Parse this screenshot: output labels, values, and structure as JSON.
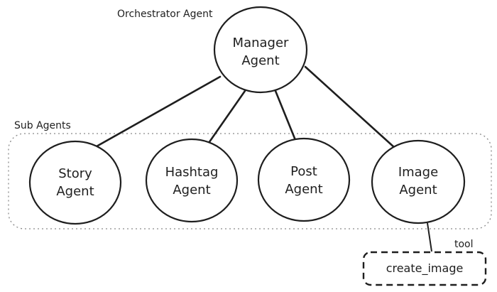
{
  "diagram": {
    "orchestrator_label": "Orchestrator Agent",
    "subagents_label": "Sub Agents",
    "tool_label": "tool",
    "manager": {
      "line1": "Manager",
      "line2": "Agent"
    },
    "subagents": [
      {
        "line1": "Story",
        "line2": "Agent"
      },
      {
        "line1": "Hashtag",
        "line2": "Agent"
      },
      {
        "line1": "Post",
        "line2": "Agent"
      },
      {
        "line1": "Image",
        "line2": "Agent"
      }
    ],
    "tool": {
      "name": "create_image"
    },
    "colors": {
      "stroke": "#1e1e1e",
      "dotted": "#8a8a8a",
      "background": "#ffffff"
    }
  }
}
